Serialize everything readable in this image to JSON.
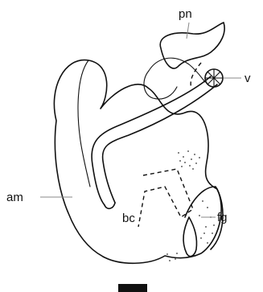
{
  "labels": {
    "pn": "pn",
    "v": "v",
    "am": "am",
    "bc": "bc",
    "fg": "fg"
  },
  "colors": {
    "ink": "#111111",
    "leader": "#888888",
    "background": "#ffffff"
  }
}
